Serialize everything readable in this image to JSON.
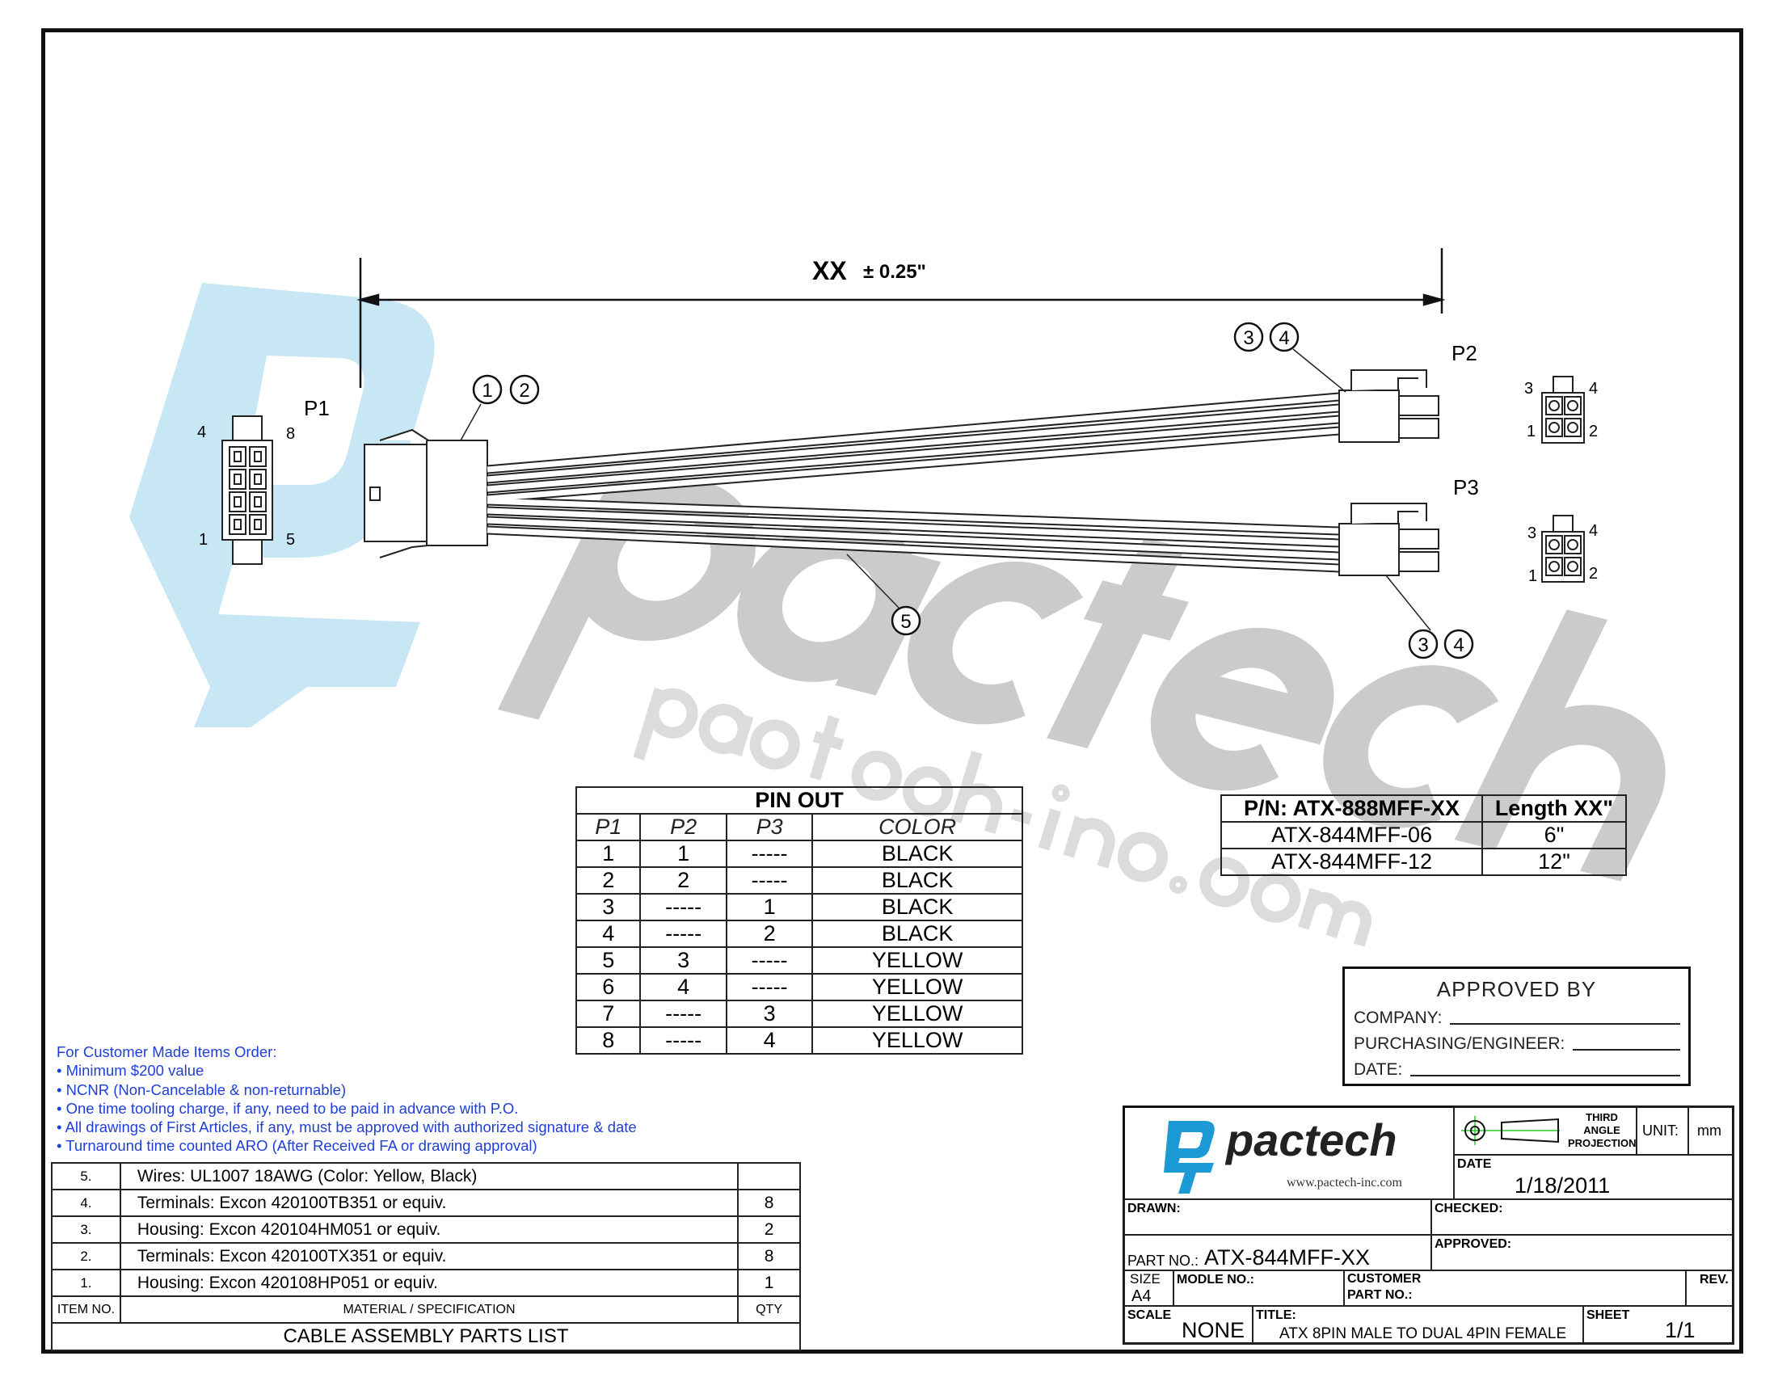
{
  "watermark": {
    "logo_text": "pactech",
    "url": "pactech-inc.com",
    "blue": "#c6e7f3",
    "gray": "#cbcbcb"
  },
  "dimension": {
    "label": "XX",
    "tolerance": "± 0.25\""
  },
  "connectors": {
    "p1": "P1",
    "p2": "P2",
    "p3": "P3"
  },
  "p1_pins": {
    "tl": "4",
    "tr": "8",
    "bl": "1",
    "br": "5"
  },
  "p2_pins": {
    "tl": "3",
    "tr": "4",
    "bl": "1",
    "br": "2"
  },
  "p3_pins": {
    "tl": "3",
    "tr": "4",
    "bl": "1",
    "br": "2"
  },
  "balloons": {
    "b1": "1",
    "b2": "2",
    "b3": "3",
    "b4": "4",
    "b5": "5"
  },
  "pinout": {
    "title": "PIN OUT",
    "headers": [
      "P1",
      "P2",
      "P3",
      "COLOR"
    ],
    "rows": [
      [
        "1",
        "1",
        "-----",
        "BLACK"
      ],
      [
        "2",
        "2",
        "-----",
        "BLACK"
      ],
      [
        "3",
        "-----",
        "1",
        "BLACK"
      ],
      [
        "4",
        "-----",
        "2",
        "BLACK"
      ],
      [
        "5",
        "3",
        "-----",
        "YELLOW"
      ],
      [
        "6",
        "4",
        "-----",
        "YELLOW"
      ],
      [
        "7",
        "-----",
        "3",
        "YELLOW"
      ],
      [
        "8",
        "-----",
        "4",
        "YELLOW"
      ]
    ]
  },
  "pn_table": {
    "headers": [
      "P/N: ATX-888MFF-XX",
      "Length XX\""
    ],
    "rows": [
      [
        "ATX-844MFF-06",
        "6\""
      ],
      [
        "ATX-844MFF-12",
        "12\""
      ]
    ]
  },
  "approved_by": {
    "title": "APPROVED  BY",
    "company": "COMPANY:",
    "purchasing": "PURCHASING/ENGINEER:",
    "date": "DATE:"
  },
  "notes": {
    "heading": "For Customer Made Items Order:",
    "items": [
      "• Minimum $200 value",
      "• NCNR (Non-Cancelable & non-returnable)",
      "• One time tooling charge, if any, need to be paid in advance with P.O.",
      "• All drawings of First Articles, if any, must be approved with authorized signature & date",
      "• Turnaround time counted ARO (After Received FA or drawing approval)"
    ],
    "color": "#1f3fd8"
  },
  "parts_list": {
    "rows": [
      {
        "item": "5.",
        "spec": "Wires: UL1007 18AWG (Color: Yellow, Black)",
        "qty": ""
      },
      {
        "item": "4.",
        "spec": "Terminals: Excon  420100TB351  or equiv.",
        "qty": "8"
      },
      {
        "item": "3.",
        "spec": "Housing: Excon 420104HM051  or equiv.",
        "qty": "2"
      },
      {
        "item": "2.",
        "spec": "Terminals: Excon  420100TX351  or equiv.",
        "qty": "8"
      },
      {
        "item": "1.",
        "spec": "Housing: Excon  420108HP051  or equiv.",
        "qty": "1"
      }
    ],
    "headers": {
      "item": "ITEM NO.",
      "spec": "MATERIAL / SPECIFICATION",
      "qty": "QTY"
    },
    "title": "CABLE ASSEMBLY PARTS LIST"
  },
  "title_block": {
    "company": "pactech",
    "website": "www.pactech-inc.com",
    "projection": "THIRD ANGLE PROJECTION",
    "projection_lines": [
      "THIRD",
      "ANGLE",
      "PROJECTION"
    ],
    "unit_label": "UNIT:",
    "unit": "mm",
    "date_label": "DATE",
    "date": "1/18/2011",
    "drawn_label": "DRAWN:",
    "checked_label": "CHECKED:",
    "part_no_label": "PART NO.:",
    "part_no": "ATX-844MFF-XX",
    "approved_label": "APPROVED:",
    "size_label": "SIZE",
    "size": "A4",
    "model_label": "MODLE NO.:",
    "customer_label": "CUSTOMER",
    "customer_label2": "PART NO.:",
    "rev_label": "REV.",
    "scale_label": "SCALE",
    "scale": "NONE",
    "title_label": "TITLE:",
    "title": "ATX 8PIN MALE TO DUAL 4PIN FEMALE",
    "sheet_label": "SHEET",
    "sheet": "1/1",
    "logo_blue": "#1c9ad6"
  }
}
